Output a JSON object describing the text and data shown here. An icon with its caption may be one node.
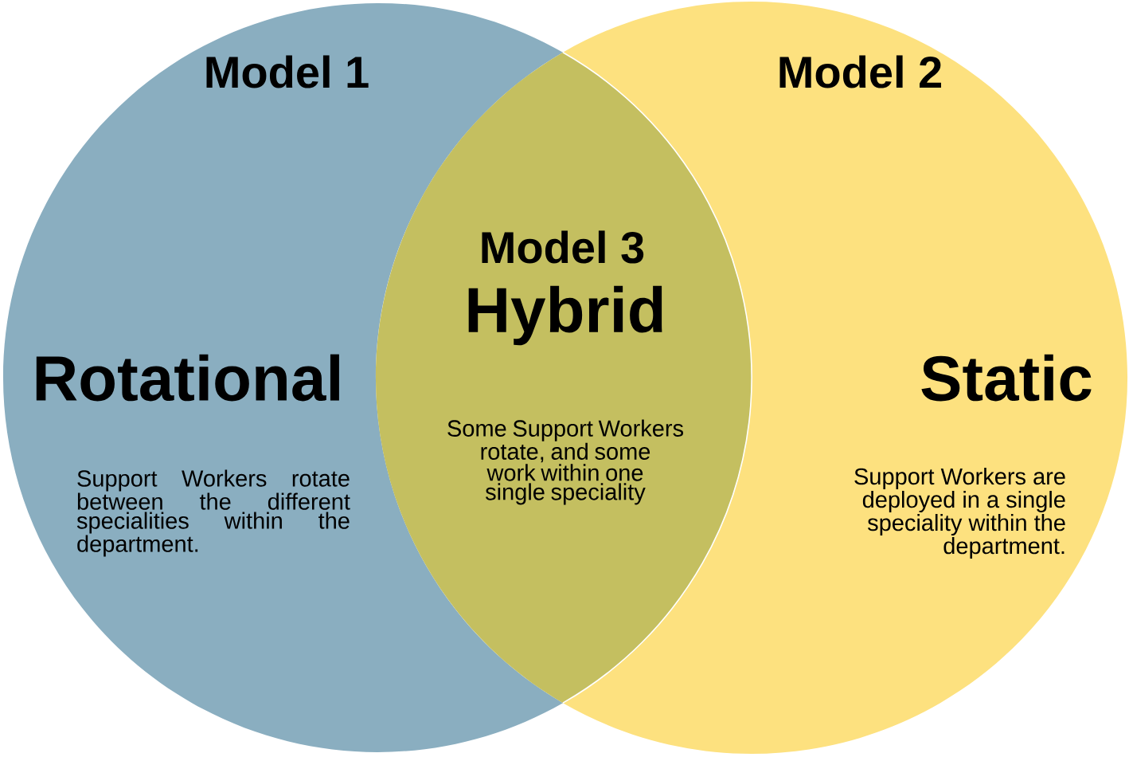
{
  "diagram": {
    "nodes": [
      {
        "text": [
          "Model 1",
          "Rotational",
          "Support Workers rotate between the different specialities within the department."
        ]
      },
      {
        "text": [
          "Model 2",
          "Static",
          "Support Workers are deployed in a single speciality within the department."
        ]
      },
      {
        "text": [
          "Model 3",
          "Hybrid",
          "Some Support Workers rotate, and some work within one single speciality"
        ]
      }
    ]
  }
}
